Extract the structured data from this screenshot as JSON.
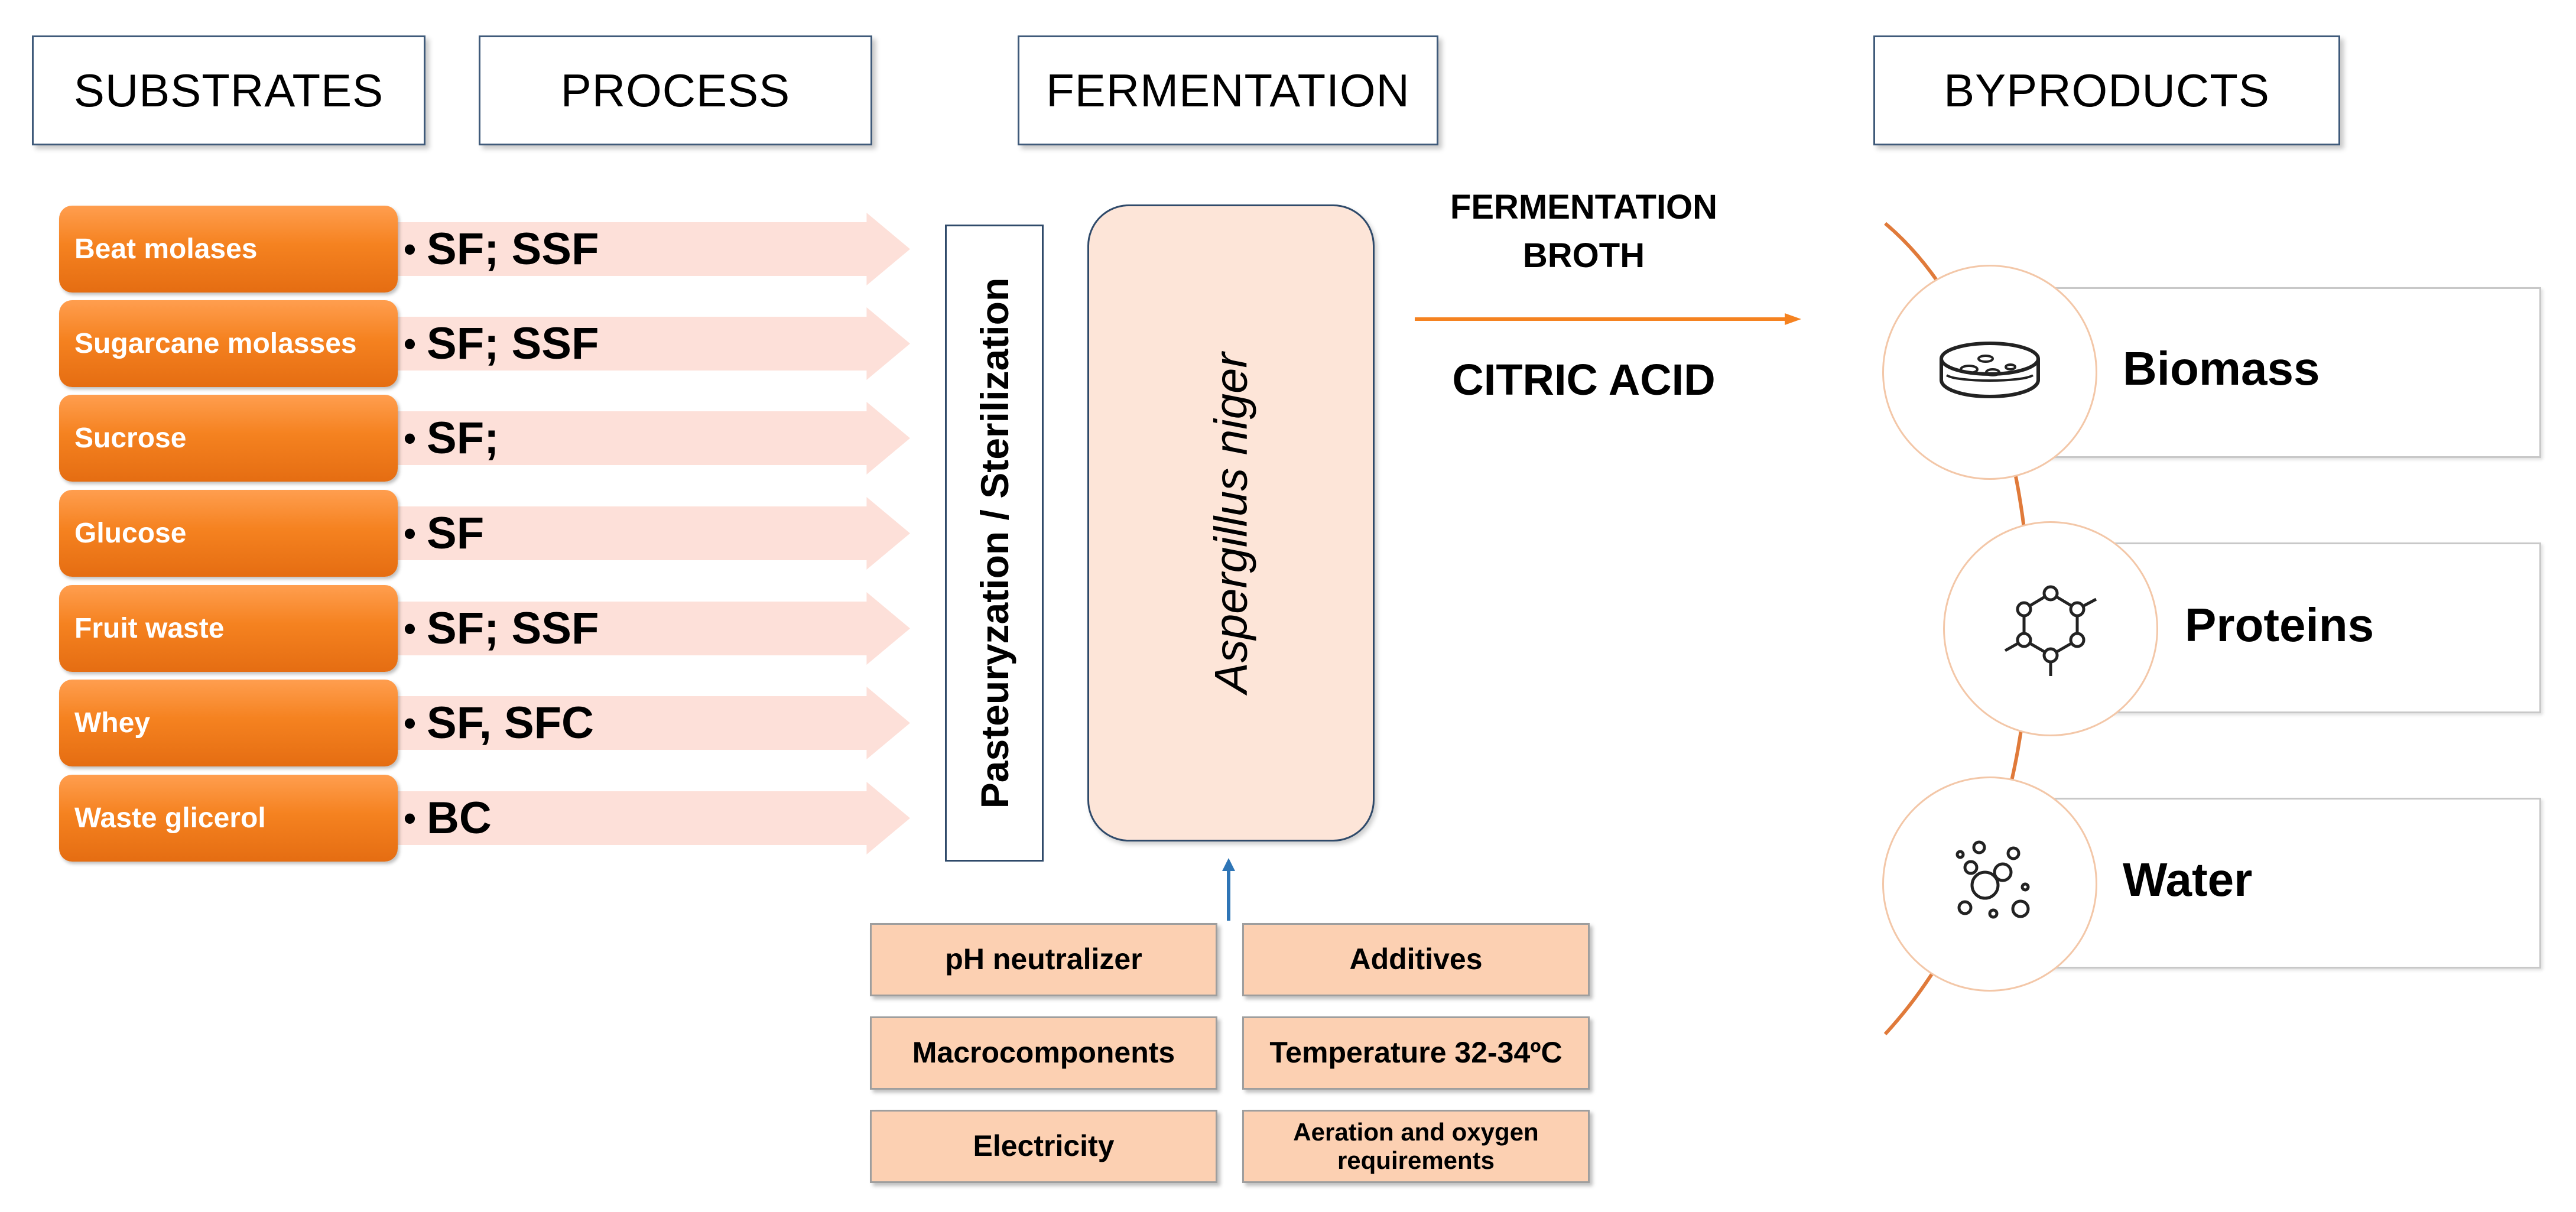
{
  "headers": {
    "substrates": "SUBSTRATES",
    "process": "PROCESS",
    "fermentation": "FERMENTATION",
    "byproducts": "BYPRODUCTS"
  },
  "substrates": [
    {
      "name": "Beat molases",
      "process": "SF; SSF"
    },
    {
      "name": "Sugarcane molasses",
      "process": "SF; SSF"
    },
    {
      "name": "Sucrose",
      "process": "SF;"
    },
    {
      "name": "Glucose",
      "process": "SF"
    },
    {
      "name": "Fruit waste",
      "process": "SF; SSF"
    },
    {
      "name": "Whey",
      "process": "SF, SFC"
    },
    {
      "name": "Waste glicerol",
      "process": "BC"
    }
  ],
  "bullet": "•",
  "pasteurization_label": "Pasteuryzation / Sterilization",
  "organism": "Aspergillus niger",
  "output": {
    "broth_line1": "FERMENTATION",
    "broth_line2": "BROTH",
    "product": "CITRIC ACID"
  },
  "conditions": [
    "pH neutralizer",
    "Additives",
    "Macrocomponents",
    "Temperature 32-34ºC",
    "Electricity",
    "Aeration and oxygen requirements"
  ],
  "byproducts": [
    {
      "label": "Biomass",
      "icon": "petri-dish-icon"
    },
    {
      "label": "Proteins",
      "icon": "molecule-icon"
    },
    {
      "label": "Water",
      "icon": "bubbles-icon"
    }
  ],
  "colors": {
    "substrate_orange": "#f58220",
    "arrow_pink": "#fde0d9",
    "organism_fill": "#fde5d8",
    "condition_fill": "#fcd0b2",
    "output_arrow": "#f58220",
    "feed_arrow": "#2e75b6",
    "header_border": "#3f5a7a"
  }
}
